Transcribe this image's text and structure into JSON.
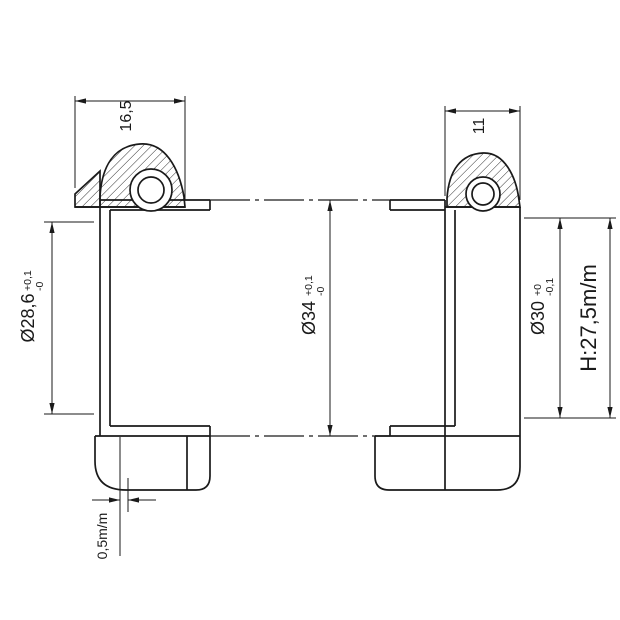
{
  "drawing": {
    "kind": "headset-cross-section-technical-drawing",
    "colors": {
      "line": "#1a1a1a",
      "background": "#ffffff"
    },
    "dimensions": {
      "upper_cup_width": "16,5",
      "lower_cup_width": "11",
      "steerer_bore": {
        "value": "Ø28,6",
        "tol_upper": "+0,1",
        "tol_lower": "-0"
      },
      "head_tube_bore": {
        "value": "Ø34",
        "tol_upper": "+0,1",
        "tol_lower": "-0"
      },
      "crown_seat_bore": {
        "value": "Ø30",
        "tol_upper": "+0",
        "tol_lower": "-0,1"
      },
      "stack_height": "H:27,5m/m",
      "press_taper": "0,5m/m"
    }
  }
}
